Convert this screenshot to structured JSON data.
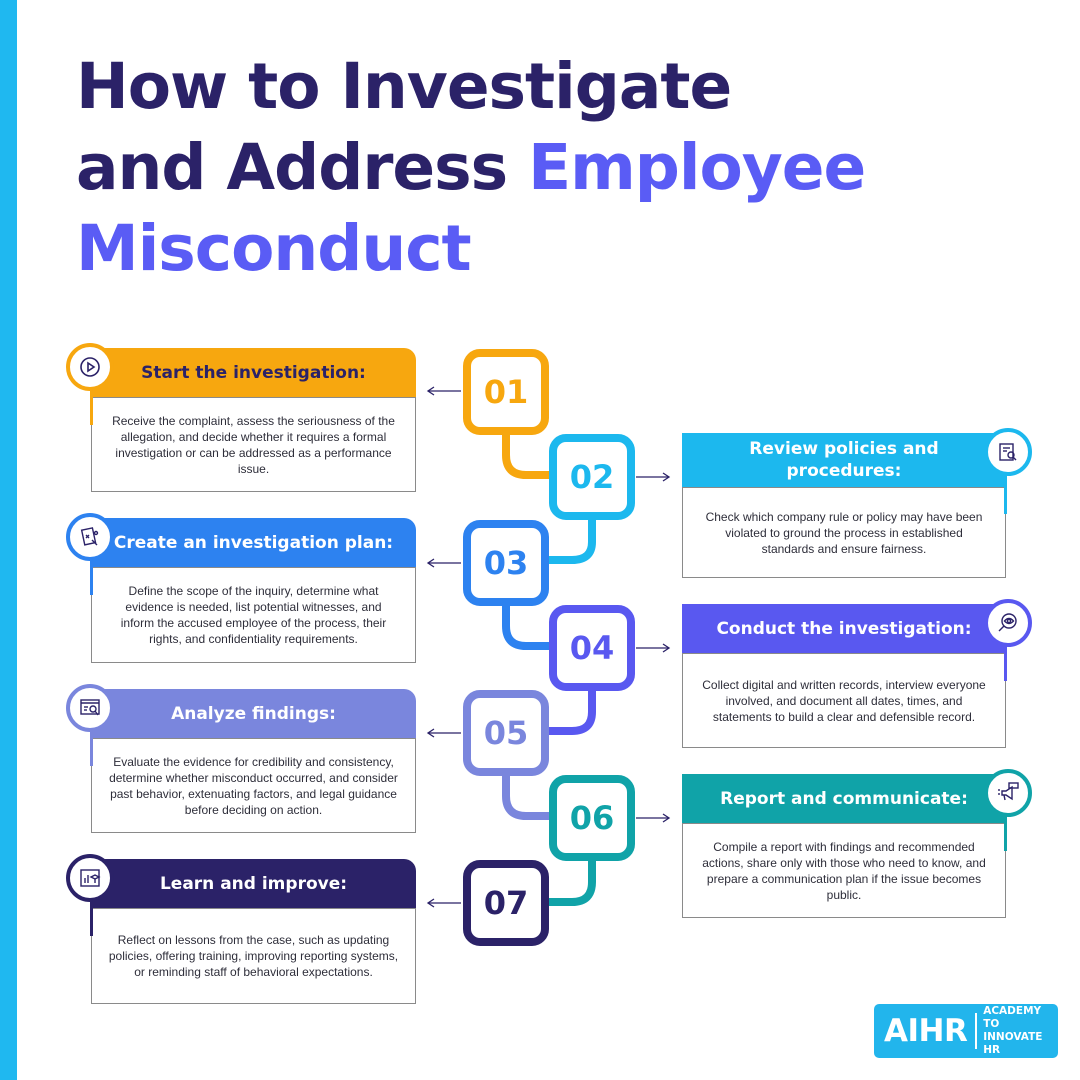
{
  "title": {
    "line1": "How to Investigate",
    "line2_plain": "and Address ",
    "line2_highlight": "Employee",
    "line3": "Misconduct"
  },
  "colors": {
    "title_dark": "#2b2268",
    "title_accent": "#5a5cf5",
    "left_bar": "#1fb8f0",
    "step1": "#f7a70f",
    "step2": "#1cb8ee",
    "step3": "#2d82f0",
    "step4": "#5958f0",
    "step5": "#7a86dd",
    "step6": "#10a3a8",
    "step7": "#2b2268"
  },
  "steps": [
    {
      "number": "01",
      "title": "Start the investigation:",
      "description": "Receive the complaint, assess the seriousness of the allegation, and decide whether it requires a formal investigation or can be addressed as a performance issue.",
      "icon": "play-icon"
    },
    {
      "number": "02",
      "title": "Review policies and procedures:",
      "description": "Check which company rule or policy may have been violated to ground the process in established standards and ensure fairness.",
      "icon": "document-search-icon"
    },
    {
      "number": "03",
      "title": "Create an investigation plan:",
      "description": "Define the scope of the inquiry, determine what evidence is needed, list potential witnesses, and inform the accused employee of the process, their rights, and confidentiality requirements.",
      "icon": "plan-sketch-icon"
    },
    {
      "number": "04",
      "title": "Conduct the investigation:",
      "description": "Collect digital and written records, interview everyone involved, and document all dates, times, and statements to build a clear and defensible record.",
      "icon": "magnifier-eye-icon"
    },
    {
      "number": "05",
      "title": "Analyze findings:",
      "description": "Evaluate the evidence for credibility and consistency, determine whether misconduct occurred, and consider past behavior, extenuating factors, and legal guidance before deciding on action.",
      "icon": "analytics-window-icon"
    },
    {
      "number": "06",
      "title": "Report and communicate:",
      "description": "Compile a report with findings and recommended actions, share only with those who need to know, and prepare a communication plan if the issue becomes public.",
      "icon": "megaphone-icon"
    },
    {
      "number": "07",
      "title": "Learn and improve:",
      "description": "Reflect on lessons from the case, such as updating policies, offering training, improving reporting systems, or reminding staff of behavioral expectations.",
      "icon": "learning-chart-icon"
    }
  ],
  "logo": {
    "main": "AIHR",
    "sub_line1": "ACADEMY TO",
    "sub_line2": "INNOVATE HR"
  }
}
